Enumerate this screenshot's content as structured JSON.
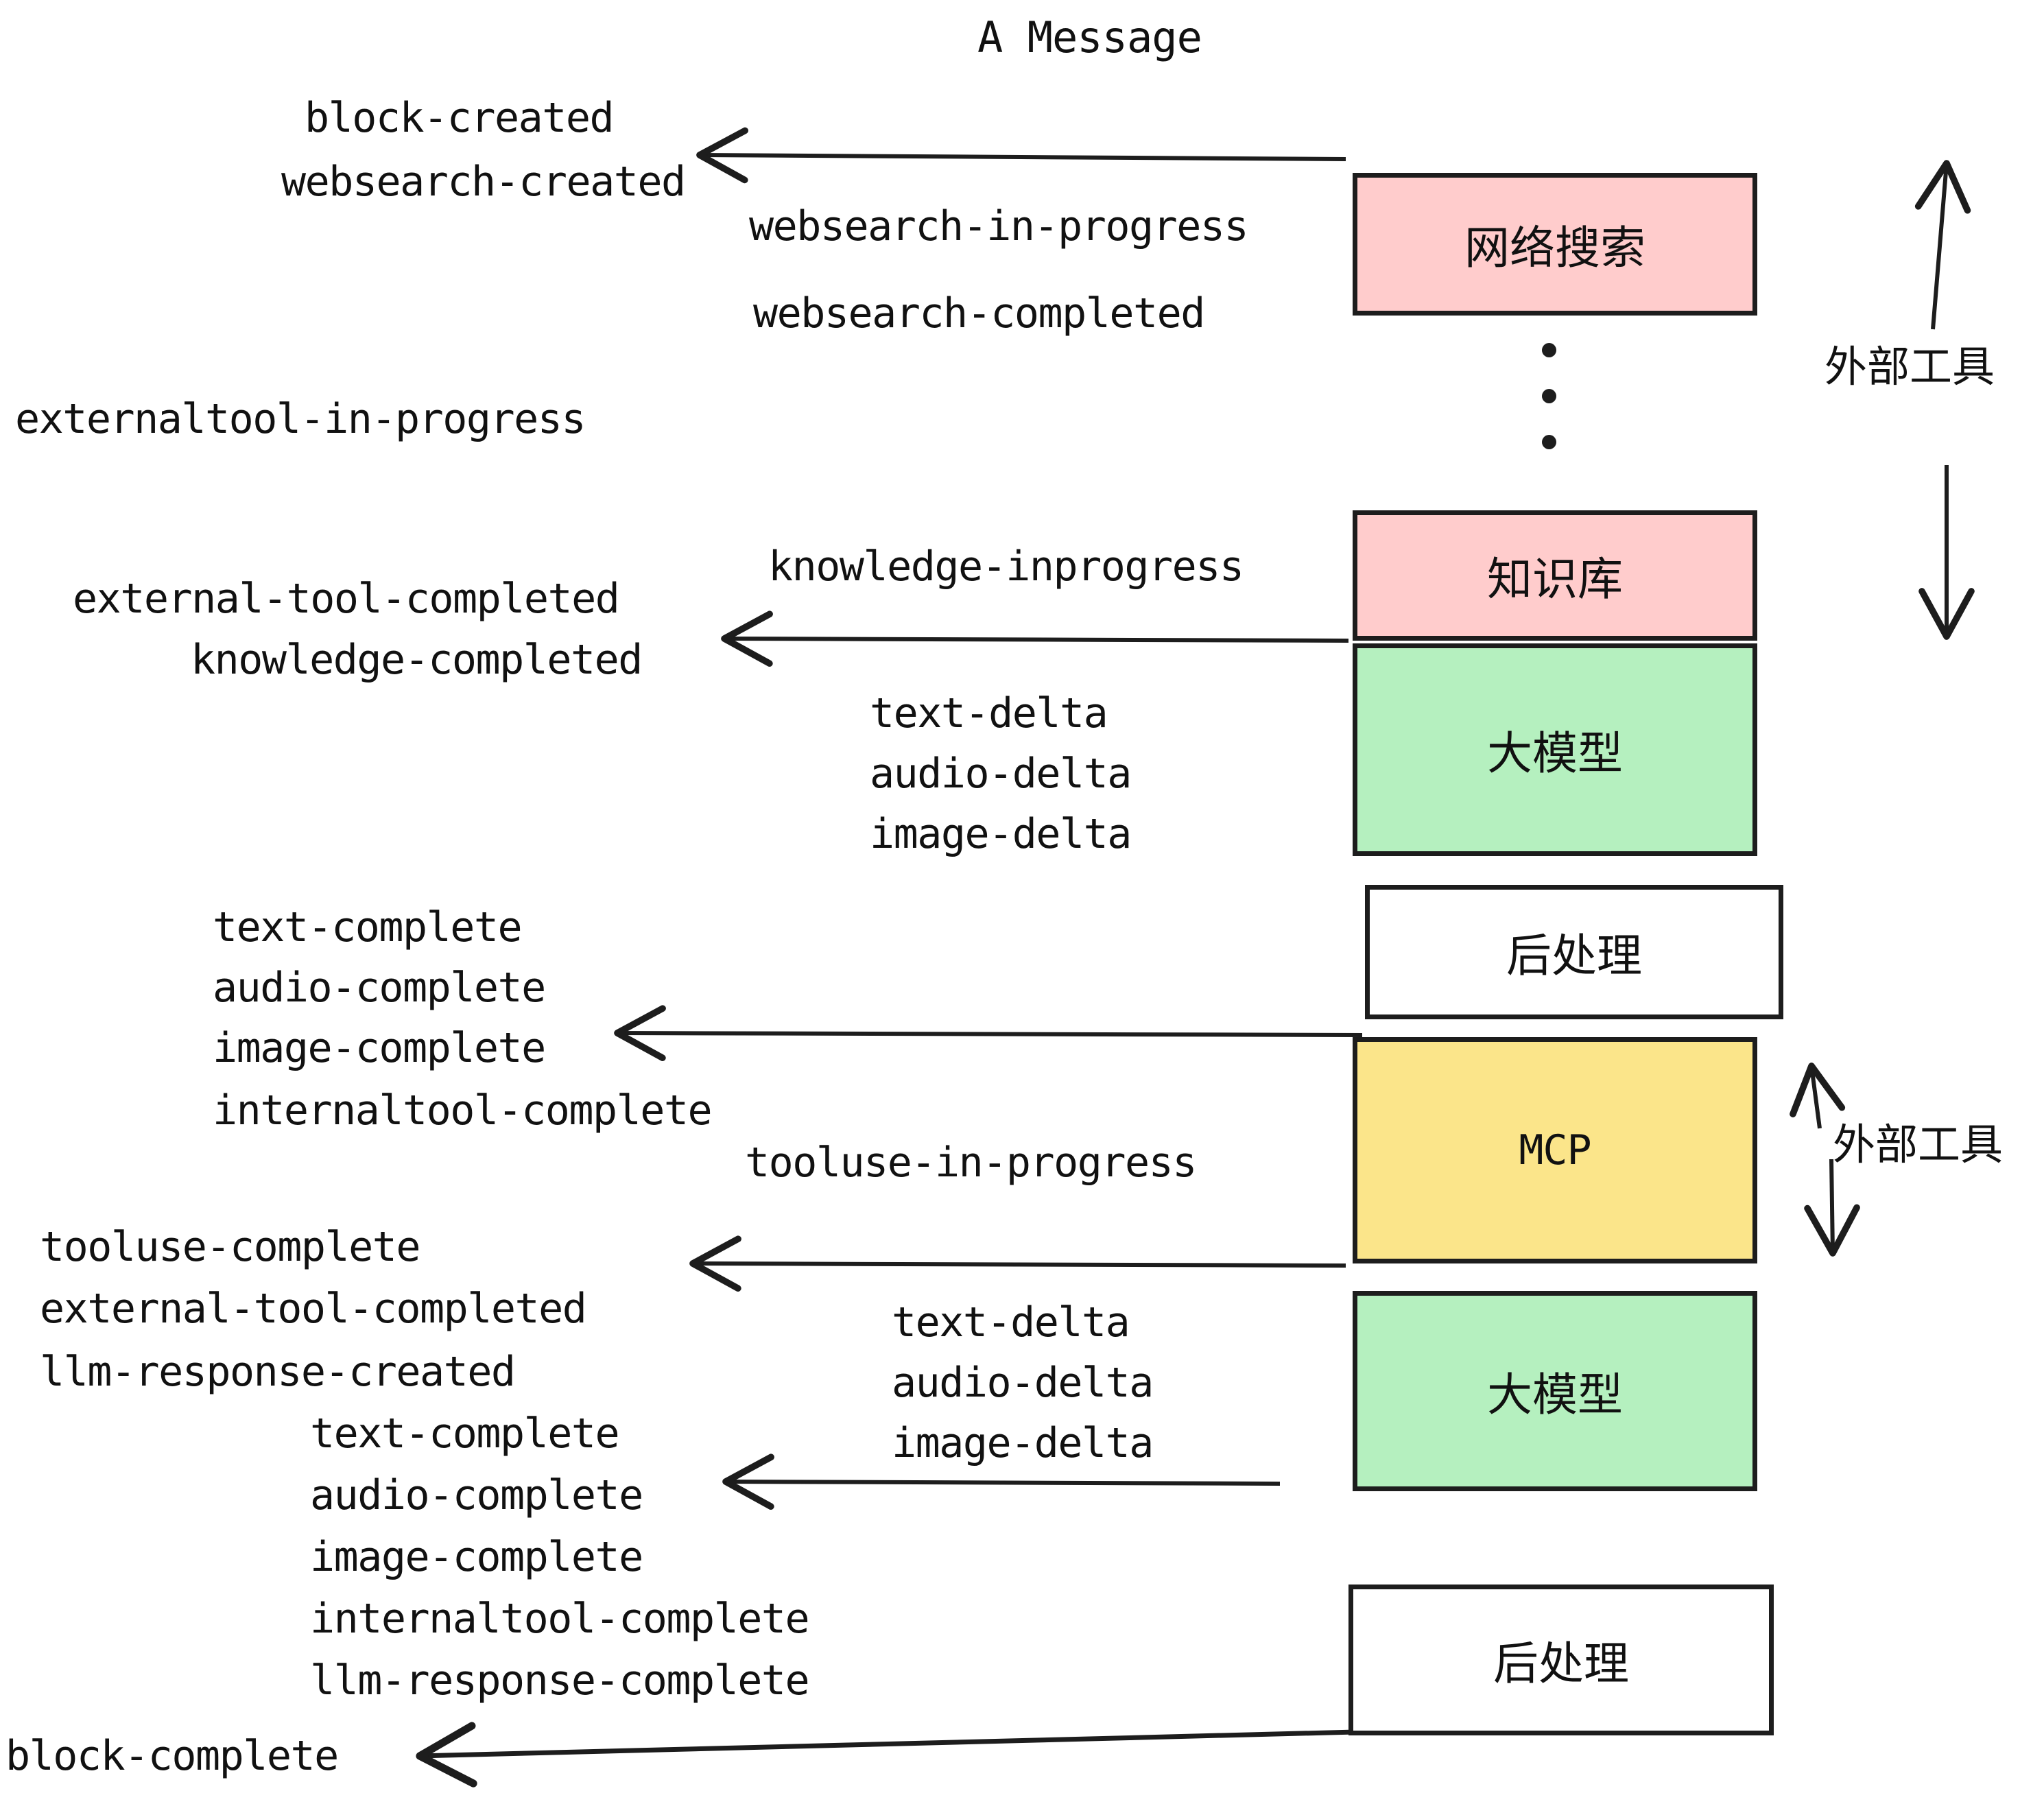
{
  "title": "A Message",
  "colors": {
    "pink": "#ffcccc",
    "green": "#b5f0bf",
    "yellow": "#fbe58a",
    "white": "#ffffff",
    "stroke": "#1d1d1d",
    "text": "#111111"
  },
  "nodes": [
    {
      "id": "websearch",
      "label": "网络搜索",
      "fill": "#ffcccc",
      "script": "cjk"
    },
    {
      "id": "knowledge",
      "label": "知识库",
      "fill": "#ffcccc",
      "script": "cjk"
    },
    {
      "id": "llm-1",
      "label": "大模型",
      "fill": "#b5f0bf",
      "script": "cjk"
    },
    {
      "id": "postprocess-1",
      "label": "后处理",
      "fill": "#ffffff",
      "script": "cjk"
    },
    {
      "id": "mcp",
      "label": "MCP",
      "fill": "#fbe58a",
      "script": "latin"
    },
    {
      "id": "llm-2",
      "label": "大模型",
      "fill": "#b5f0bf",
      "script": "cjk"
    },
    {
      "id": "postprocess-2",
      "label": "后处理",
      "fill": "#ffffff",
      "script": "cjk"
    }
  ],
  "side_labels": [
    {
      "id": "external-tools-top",
      "label": "外部工具"
    },
    {
      "id": "external-tools-bottom",
      "label": "外部工具"
    }
  ],
  "events": [
    {
      "id": "block-created",
      "text": "block-created"
    },
    {
      "id": "websearch-created",
      "text": "websearch-created"
    },
    {
      "id": "websearch-in-progress",
      "text": "websearch-in-progress"
    },
    {
      "id": "websearch-completed",
      "text": "websearch-completed"
    },
    {
      "id": "externaltool-in-progress",
      "text": "externaltool-in-progress"
    },
    {
      "id": "knowledge-inprogress",
      "text": "knowledge-inprogress"
    },
    {
      "id": "external-tool-completed-1",
      "text": "external-tool-completed"
    },
    {
      "id": "knowledge-completed",
      "text": "knowledge-completed"
    },
    {
      "id": "text-delta-1",
      "text": "text-delta"
    },
    {
      "id": "audio-delta-1",
      "text": "audio-delta"
    },
    {
      "id": "image-delta-1",
      "text": "image-delta"
    },
    {
      "id": "text-complete-1",
      "text": "text-complete"
    },
    {
      "id": "audio-complete-1",
      "text": "audio-complete"
    },
    {
      "id": "image-complete-1",
      "text": "image-complete"
    },
    {
      "id": "internaltool-complete-1",
      "text": "internaltool-complete"
    },
    {
      "id": "tooluse-in-progress",
      "text": "tooluse-in-progress"
    },
    {
      "id": "tooluse-complete",
      "text": "tooluse-complete"
    },
    {
      "id": "external-tool-completed-2",
      "text": "external-tool-completed"
    },
    {
      "id": "llm-response-created",
      "text": "llm-response-created"
    },
    {
      "id": "text-delta-2",
      "text": "text-delta"
    },
    {
      "id": "audio-delta-2",
      "text": "audio-delta"
    },
    {
      "id": "image-delta-2",
      "text": "image-delta"
    },
    {
      "id": "text-complete-2",
      "text": "text-complete"
    },
    {
      "id": "audio-complete-2",
      "text": "audio-complete"
    },
    {
      "id": "image-complete-2",
      "text": "image-complete"
    },
    {
      "id": "internaltool-complete-2",
      "text": "internaltool-complete"
    },
    {
      "id": "llm-response-complete",
      "text": "llm-response-complete"
    },
    {
      "id": "block-complete",
      "text": "block-complete"
    }
  ]
}
